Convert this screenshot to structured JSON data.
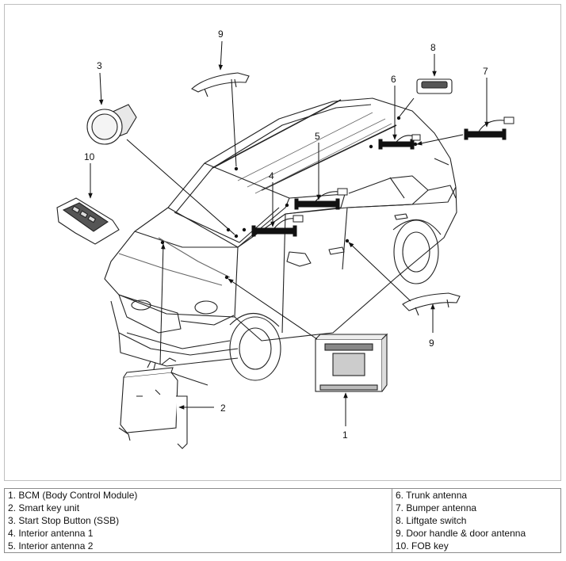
{
  "callouts": {
    "c1": "1",
    "c2": "2",
    "c3": "3",
    "c4": "4",
    "c5": "5",
    "c6": "6",
    "c7": "7",
    "c8": "8",
    "c9a": "9",
    "c9b": "9",
    "c10": "10"
  },
  "legend": {
    "left": [
      "1. BCM (Body Control Module)",
      "2. Smart key unit",
      "3. Start Stop Button (SSB)",
      "4. Interior antenna 1",
      "5. Interior antenna 2"
    ],
    "right": [
      "6. Trunk antenna",
      "7. Bumper antenna",
      "8. Liftgate switch",
      "9. Door handle & door antenna",
      "10. FOB key"
    ]
  }
}
